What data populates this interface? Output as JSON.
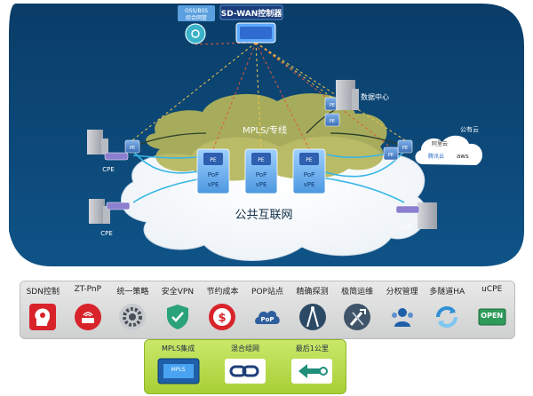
{
  "diagram": {
    "controller_label": "SD-WAN控制器",
    "oss_label_line1": "OSS/BSS",
    "oss_label_line2": "综合网管",
    "mpls_label": "MPLS/专线",
    "internet_label": "公共互联网",
    "datacenter_label": "数据中心",
    "public_cloud_label": "公有云",
    "cloud_providers": [
      "阿里云",
      "腾讯云",
      "aws"
    ],
    "cpe_label": "CPE",
    "pe_label": "PE",
    "pop_label_line1": "PoP",
    "pop_label_line2": "vPE"
  },
  "features": [
    {
      "label": "SDN控制",
      "icon": "brain-head-icon",
      "color": "#d8232a"
    },
    {
      "label": "ZT-PnP",
      "icon": "router-plug-icon",
      "color": "#d8232a"
    },
    {
      "label": "统一策略",
      "icon": "gear-policy-icon",
      "color": "#8a8f96"
    },
    {
      "label": "安全VPN",
      "icon": "shield-check-icon",
      "color": "#2aa27a"
    },
    {
      "label": "节约成本",
      "icon": "dollar-coin-icon",
      "color": "#d8232a"
    },
    {
      "label": "POP站点",
      "icon": "pop-cloud-icon",
      "color": "#2f5e9e"
    },
    {
      "label": "精确探测",
      "icon": "compass-icon",
      "color": "#2c4a66"
    },
    {
      "label": "极简运维",
      "icon": "tools-icon",
      "color": "#3f5468"
    },
    {
      "label": "分权管理",
      "icon": "users-group-icon",
      "color": "#1e5fa8"
    },
    {
      "label": "多隧道HA",
      "icon": "sync-arrows-icon",
      "color": "#2f8fd6"
    },
    {
      "label": "uCPE",
      "icon": "open-sign-icon",
      "color": "#2f9b5b",
      "text": "OPEN"
    }
  ],
  "sub_features": [
    {
      "label": "MPLS集成",
      "icon": "mpls-box-icon",
      "text": "MPLS"
    },
    {
      "label": "混合组网",
      "icon": "chain-link-icon"
    },
    {
      "label": "最后1公里",
      "icon": "arrow-left-icon"
    }
  ],
  "colors": {
    "panel": "#0d4a7a",
    "mpls_cloud": "#b4b55a",
    "internet_cloud": "#ffffff",
    "link_dashed": "#f2c84b",
    "link_red": "#e05a3a",
    "internet_link": "#36b6e6"
  }
}
